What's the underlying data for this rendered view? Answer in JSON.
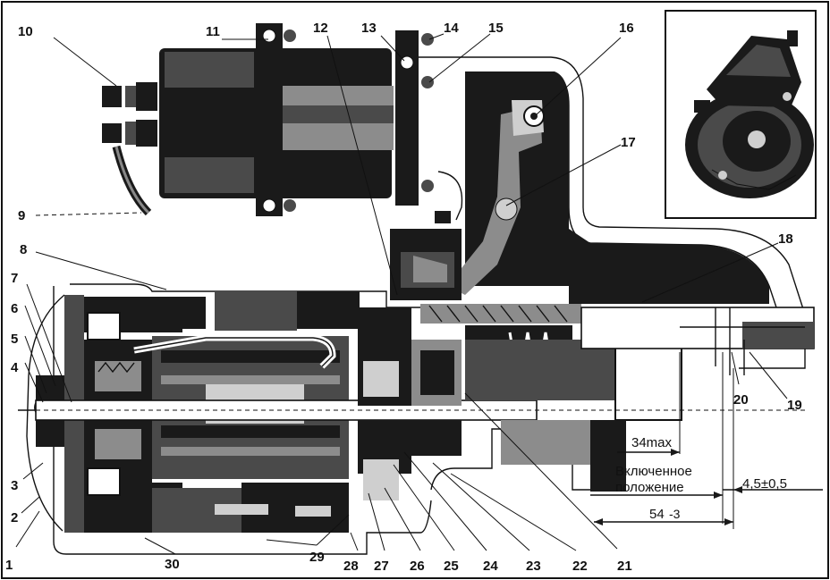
{
  "callouts": [
    {
      "n": "1"
    },
    {
      "n": "2"
    },
    {
      "n": "3"
    },
    {
      "n": "4"
    },
    {
      "n": "5"
    },
    {
      "n": "6"
    },
    {
      "n": "7"
    },
    {
      "n": "8"
    },
    {
      "n": "9"
    },
    {
      "n": "10"
    },
    {
      "n": "11"
    },
    {
      "n": "12"
    },
    {
      "n": "13"
    },
    {
      "n": "14"
    },
    {
      "n": "15"
    },
    {
      "n": "16"
    },
    {
      "n": "17"
    },
    {
      "n": "18"
    },
    {
      "n": "19"
    },
    {
      "n": "20"
    },
    {
      "n": "21"
    },
    {
      "n": "22"
    },
    {
      "n": "23"
    },
    {
      "n": "24"
    },
    {
      "n": "25"
    },
    {
      "n": "26"
    },
    {
      "n": "27"
    },
    {
      "n": "28"
    },
    {
      "n": "29"
    },
    {
      "n": "30"
    }
  ],
  "dimensions": {
    "travel_max": "34max",
    "engaged_line1": "Включенное",
    "engaged_line2": "положение",
    "engaged_length": "54",
    "engaged_length_sub": "-3",
    "gap": "4,5±0,5"
  },
  "colors": {
    "ink": "#1a1a1a",
    "paper": "#ffffff"
  }
}
